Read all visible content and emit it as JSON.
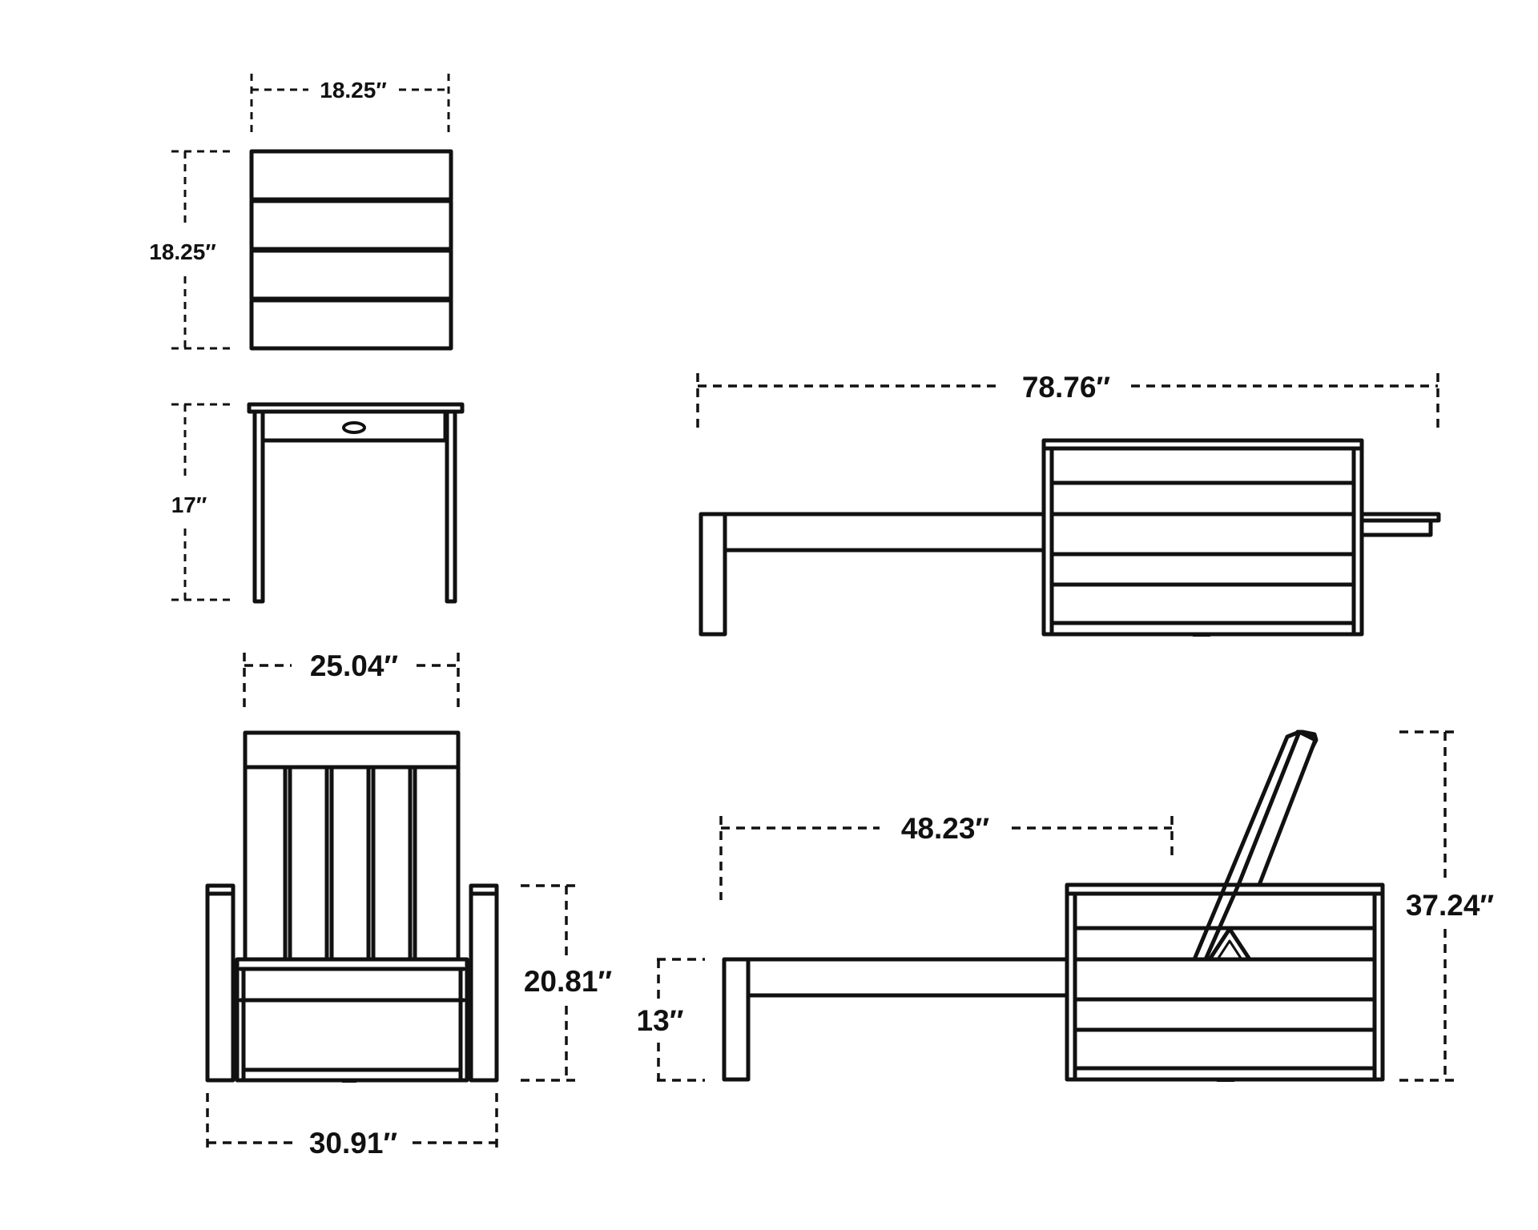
{
  "dimensions": {
    "table_width": "18.25″",
    "table_depth": "18.25″",
    "table_height": "17″",
    "chaise_length": "78.76″",
    "chaise_back_width": "25.04″",
    "chaise_arm_height": "20.81″",
    "chaise_width": "30.91″",
    "chaise_seat_length": "48.23″",
    "chaise_seat_height": "13″",
    "chaise_back_height": "37.24″"
  },
  "colors": {
    "line": "#111111",
    "background": "#ffffff"
  }
}
